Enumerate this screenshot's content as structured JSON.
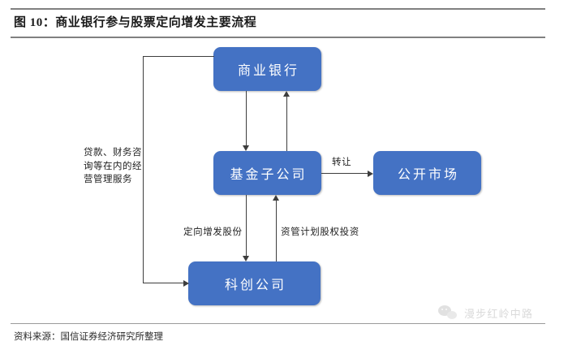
{
  "figure": {
    "title": "图 10：商业银行参与股票定向增发主要流程",
    "source": "资料来源：国信证券经济研究所整理"
  },
  "colors": {
    "node_fill": "#4472C4",
    "node_text": "#FFFFFF",
    "connector": "#3D3D3D",
    "rule": "#808080"
  },
  "diagram": {
    "nodes": [
      {
        "id": "bank",
        "label": "商业银行"
      },
      {
        "id": "fund",
        "label": "基金子公司"
      },
      {
        "id": "market",
        "label": "公开市场"
      },
      {
        "id": "tech",
        "label": "科创公司"
      }
    ],
    "edges": [
      {
        "id": "bank-to-tech",
        "label": "贷款、财务咨询等在内的经营管理服务",
        "from": "bank",
        "to": "tech",
        "direction": "right"
      },
      {
        "id": "bank-to-fund",
        "label": "",
        "from": "bank",
        "to": "fund",
        "direction": "down"
      },
      {
        "id": "fund-to-bank",
        "label": "",
        "from": "fund",
        "to": "bank",
        "direction": "up"
      },
      {
        "id": "fund-to-tech",
        "label": "定向增发股份",
        "from": "fund",
        "to": "tech",
        "direction": "down"
      },
      {
        "id": "tech-to-fund",
        "label": "资管计划股权投资",
        "from": "tech",
        "to": "fund",
        "direction": "up"
      },
      {
        "id": "fund-to-market",
        "label": "转让",
        "from": "fund",
        "to": "market",
        "direction": "right"
      }
    ]
  },
  "watermark": {
    "text": "漫步红岭中路",
    "icon": "wechat-icon"
  }
}
